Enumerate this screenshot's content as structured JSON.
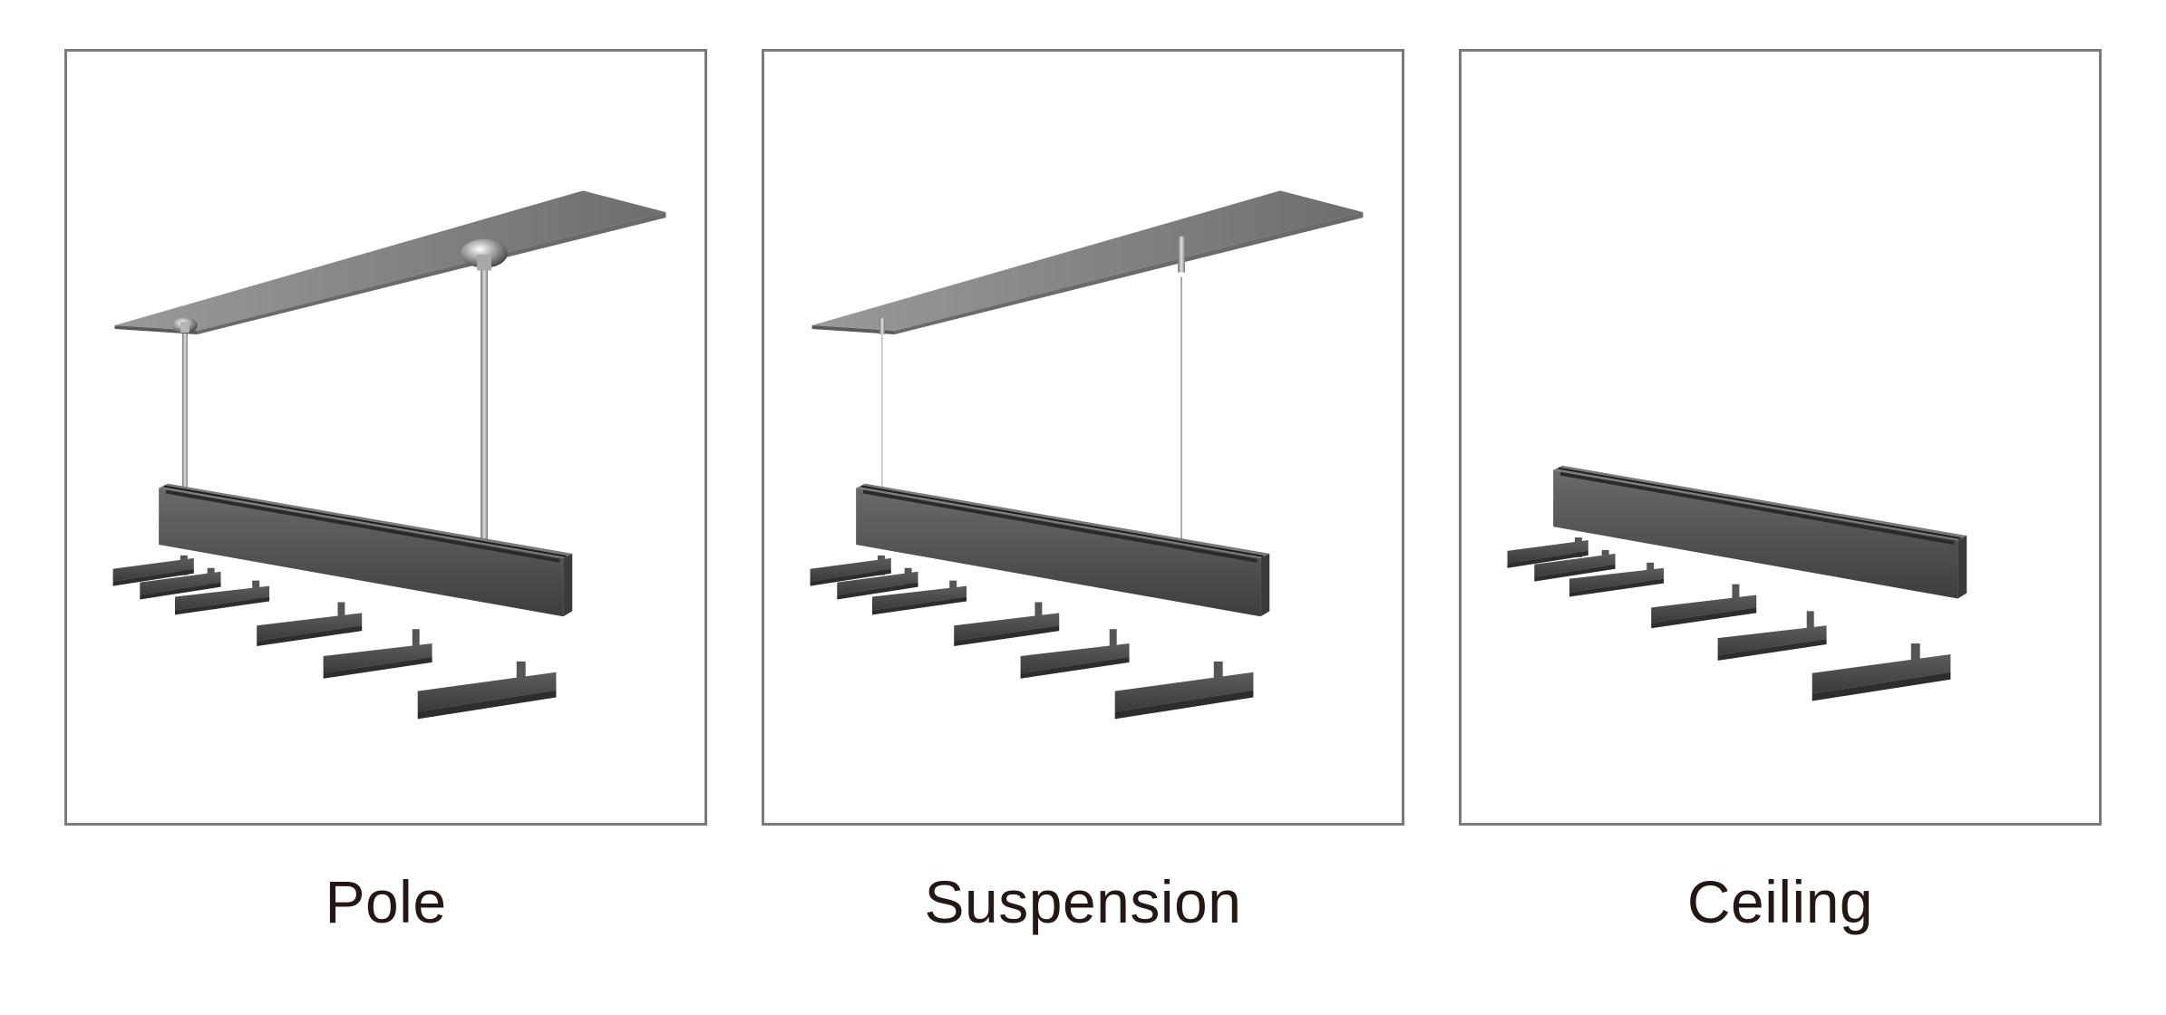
{
  "panels": [
    {
      "id": "pole",
      "caption": "Pole"
    },
    {
      "id": "suspension",
      "caption": "Suspension"
    },
    {
      "id": "ceiling",
      "caption": "Ceiling"
    }
  ],
  "colors": {
    "frame_border": "#7a7a7a",
    "caption_text": "#231815",
    "fixture_dark": "#4a4a4a",
    "ceiling_plate": "#8f8f8f"
  }
}
